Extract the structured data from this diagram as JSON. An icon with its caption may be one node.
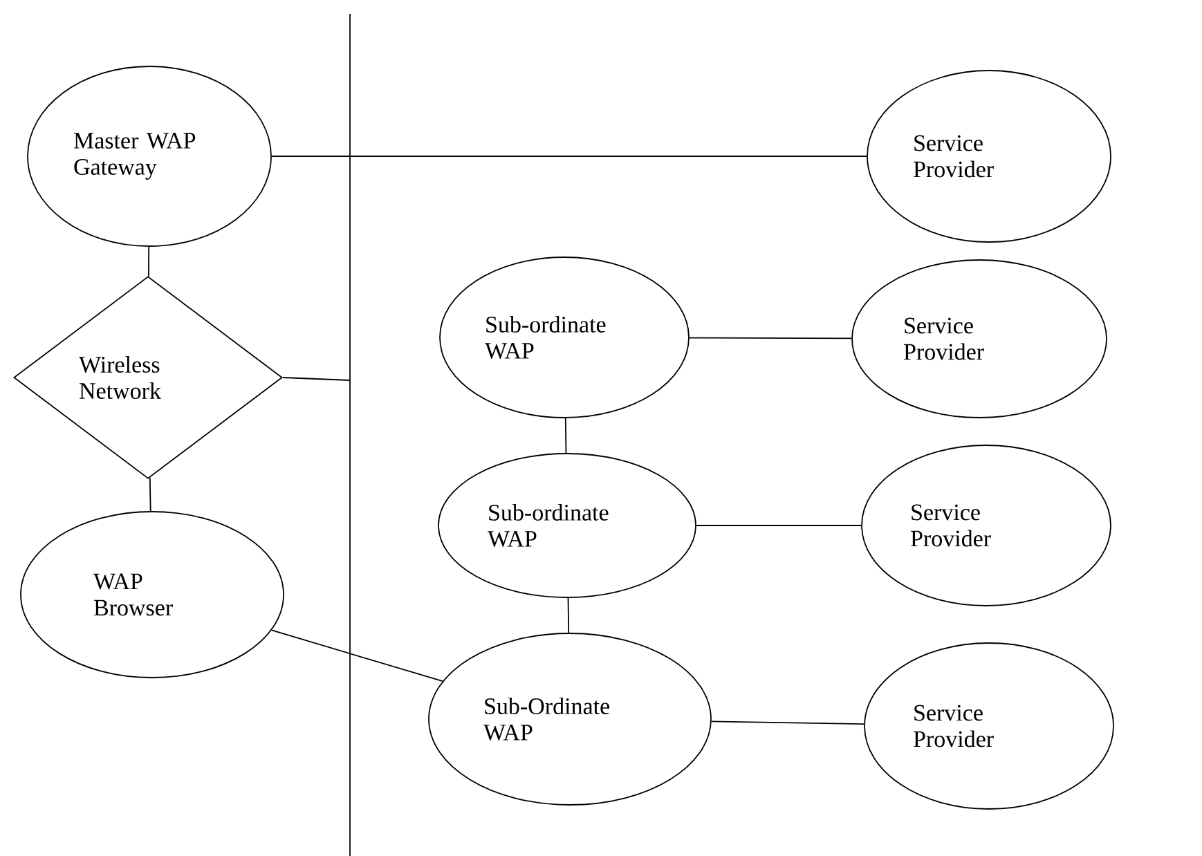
{
  "diagram": {
    "nodes": [
      {
        "text": [
          "Master WAP Gateway"
        ]
      },
      {
        "text": [
          "Service Provider"
        ]
      },
      {
        "text": [
          "Wireless Network"
        ]
      },
      {
        "text": [
          "Sub-ordinate WAP"
        ]
      },
      {
        "text": [
          "Service Provider"
        ]
      },
      {
        "text": [
          "Sub-ordinate WAP"
        ]
      },
      {
        "text": [
          "Service Provider"
        ]
      },
      {
        "text": [
          "WAP Browser"
        ]
      },
      {
        "text": [
          "Sub-Ordinate WAP"
        ]
      },
      {
        "text": [
          "Service Provider"
        ]
      }
    ],
    "edges": [
      {
        "from": 0,
        "to": 1,
        "arrow": "none"
      },
      {
        "from": 0,
        "to": 2,
        "arrow": "none"
      },
      {
        "from": 2,
        "to": null,
        "arrow": "none"
      },
      {
        "from": 2,
        "to": 7,
        "arrow": "none"
      },
      {
        "from": 3,
        "to": 4,
        "arrow": "none"
      },
      {
        "from": 3,
        "to": 5,
        "arrow": "none"
      },
      {
        "from": 5,
        "to": 6,
        "arrow": "none"
      },
      {
        "from": 5,
        "to": 8,
        "arrow": "none"
      },
      {
        "from": 7,
        "to": 8,
        "arrow": "none"
      },
      {
        "from": 8,
        "to": 9,
        "arrow": "none"
      }
    ]
  }
}
